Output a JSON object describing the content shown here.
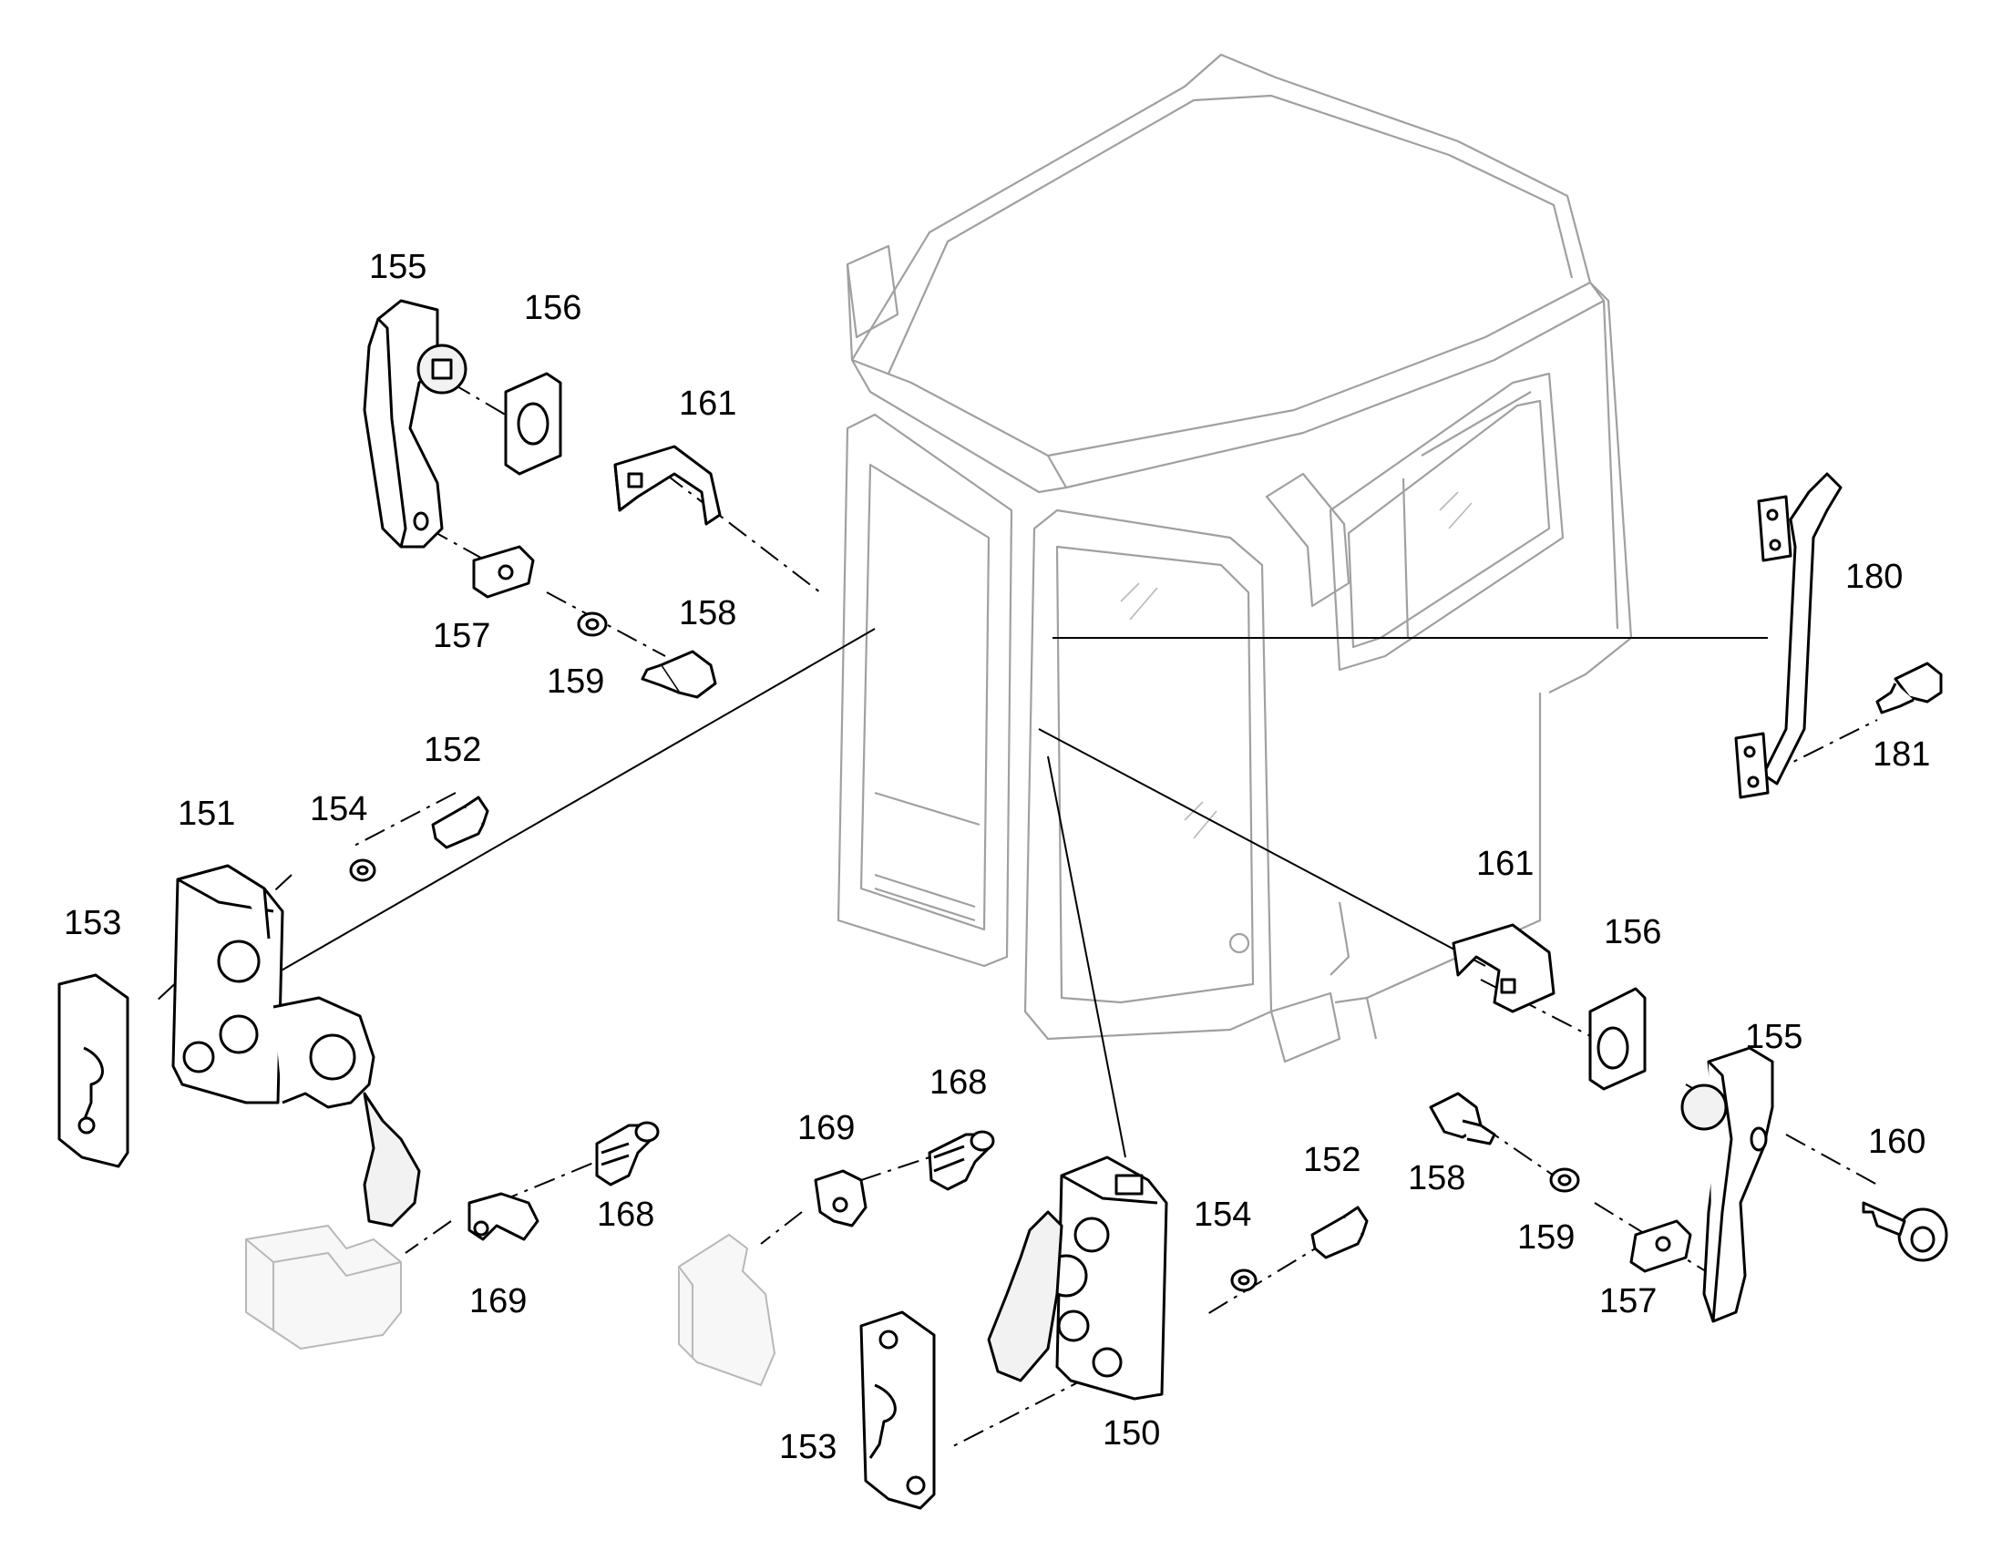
{
  "diagram": {
    "callouts": [
      {
        "id": "c155a",
        "label": "155"
      },
      {
        "id": "c156a",
        "label": "156"
      },
      {
        "id": "c161a",
        "label": "161"
      },
      {
        "id": "c157a",
        "label": "157"
      },
      {
        "id": "c159a",
        "label": "159"
      },
      {
        "id": "c158a",
        "label": "158"
      },
      {
        "id": "c152a",
        "label": "152"
      },
      {
        "id": "c151",
        "label": "151"
      },
      {
        "id": "c154a",
        "label": "154"
      },
      {
        "id": "c153a",
        "label": "153"
      },
      {
        "id": "c168a",
        "label": "168"
      },
      {
        "id": "c169a",
        "label": "169"
      },
      {
        "id": "c169b",
        "label": "169"
      },
      {
        "id": "c168b",
        "label": "168"
      },
      {
        "id": "c180",
        "label": "180"
      },
      {
        "id": "c181",
        "label": "181"
      },
      {
        "id": "c161b",
        "label": "161"
      },
      {
        "id": "c156b",
        "label": "156"
      },
      {
        "id": "c155b",
        "label": "155"
      },
      {
        "id": "c152b",
        "label": "152"
      },
      {
        "id": "c154b",
        "label": "154"
      },
      {
        "id": "c158b",
        "label": "158"
      },
      {
        "id": "c159b",
        "label": "159"
      },
      {
        "id": "c160",
        "label": "160"
      },
      {
        "id": "c157b",
        "label": "157"
      },
      {
        "id": "c153b",
        "label": "153"
      },
      {
        "id": "c150",
        "label": "150"
      }
    ]
  }
}
